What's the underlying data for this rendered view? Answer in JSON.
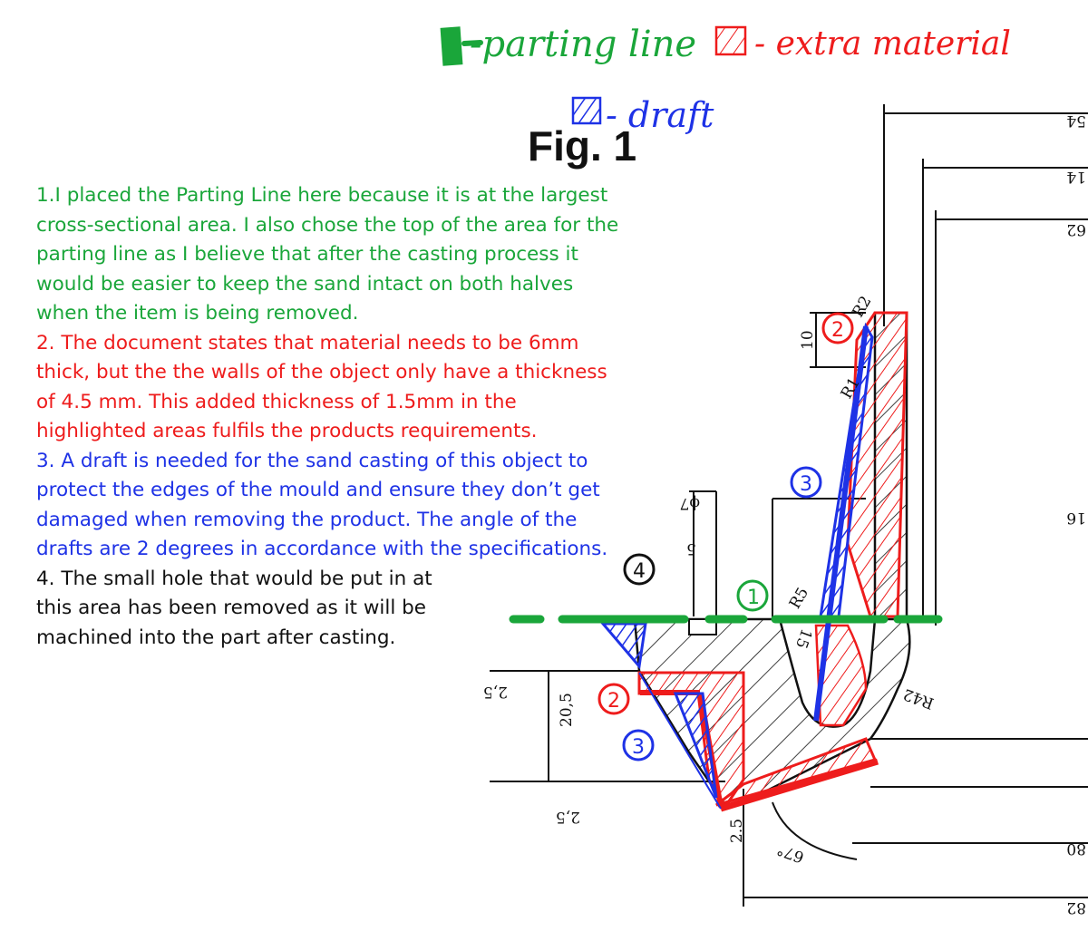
{
  "legend": {
    "parting_line": "-parting line",
    "extra_material": "- extra material",
    "draft": "- draft"
  },
  "figure_title": "Fig. 1",
  "notes": {
    "n1": "1.I placed the Parting Line here because it is at the largest cross-sectional area. I also chose the top of the area for the parting line as I believe that after the casting process it would be easier to keep the sand intact on both halves when the item is being removed.",
    "n2": "2. The document states that material needs to be 6mm thick, but the the walls of the object only have a thickness of 4.5 mm. This added thickness of 1.5mm in the highlighted areas fulfils the products requirements.",
    "n3": "3. A draft is needed for the sand casting of this object to protect the edges of the mould and ensure they don’t get damaged when removing the product. The angle of the drafts are 2 degrees in accordance with the specifications.",
    "n4": "4. The small hole that would be put in at this area has been removed as it will be machined into the part after casting."
  },
  "markers": {
    "m1": "1",
    "m2a": "2",
    "m2b": "2",
    "m3a": "3",
    "m3b": "3",
    "m4": "4"
  },
  "dimensions": {
    "d54": "54",
    "d14": "14",
    "d62": "62",
    "d10": "10",
    "r2": "R2",
    "r1": "R1",
    "d16": "16",
    "phi7": "ϕ7",
    "d5": "5",
    "r5": "R5",
    "d15": "15",
    "r42": "R42",
    "d25a": "2,5",
    "d205": "20,5",
    "d25b": "2,5",
    "d25c": "2.5",
    "a67": "67°",
    "d80": "80",
    "d82": "82"
  },
  "colors": {
    "parting_line": "#1aa63a",
    "extra_material": "#ee1c1c",
    "draft": "#1e32e6"
  }
}
